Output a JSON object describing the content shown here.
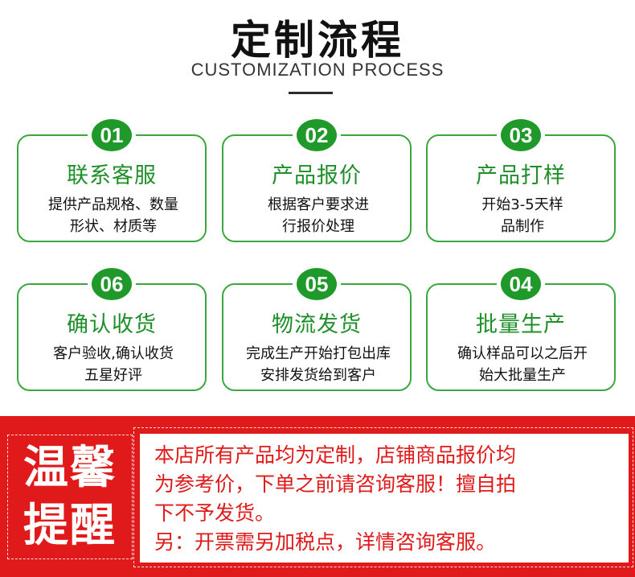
{
  "header": {
    "title": "定制流程",
    "subtitle": "CUSTOMIZATION PROCESS"
  },
  "steps": [
    {
      "number": "01",
      "title": "联系客服",
      "desc_line1": "提供产品规格、数量",
      "desc_line2": "形状、材质等"
    },
    {
      "number": "02",
      "title": "产品报价",
      "desc_line1": "根据客户要求进",
      "desc_line2": "行报价处理"
    },
    {
      "number": "03",
      "title": "产品打样",
      "desc_line1": "开始3-5天样",
      "desc_line2": "品制作"
    },
    {
      "number": "06",
      "title": "确认收货",
      "desc_line1": "客户验收,确认收货",
      "desc_line2": "五星好评"
    },
    {
      "number": "05",
      "title": "物流发货",
      "desc_line1": "完成生产开始打包出库",
      "desc_line2": "安排发货给到客户"
    },
    {
      "number": "04",
      "title": "批量生产",
      "desc_line1": "确认样品可以之后开",
      "desc_line2": "始大批量生产"
    }
  ],
  "notice": {
    "heading_line1": "温馨",
    "heading_line2": "提醒",
    "lines": [
      "本店所有产品均为定制，店铺商品报价均",
      "为参考价，下单之前请咨询客服！擅自拍",
      "下不予发货。",
      "另：开票需另加税点，详情咨询客服。"
    ]
  },
  "colors": {
    "accent_green": "#1f9a2a",
    "card_border": "#3aa83f",
    "notice_red": "#e01a1a"
  }
}
